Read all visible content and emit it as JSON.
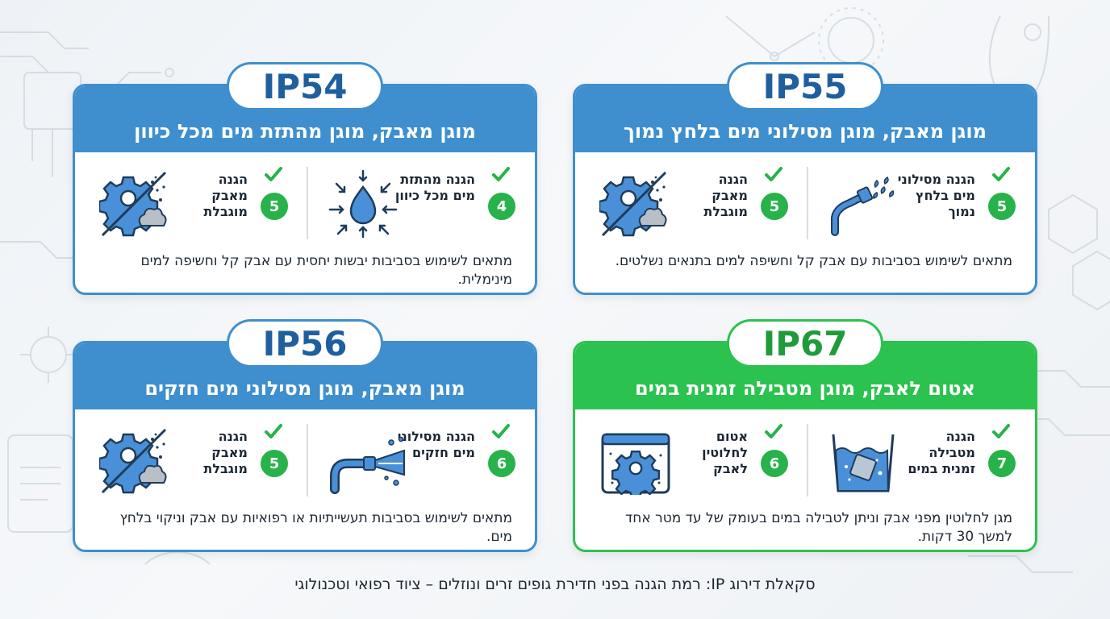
{
  "cards": [
    {
      "code": "IP55",
      "subtitle": "מוגן מאבק, מוגן מסילוני מים בלחץ נמוך",
      "right": {
        "number": "5",
        "label": "הגנה מסילוני מים בלחץ נמוך",
        "icon": "nozzle-spray-icon"
      },
      "left": {
        "number": "5",
        "label": "הגנה מאבק מוגבלת",
        "icon": "gear-dust-icon"
      },
      "description": "מתאים לשימוש בסביבות עם אבק קל וחשיפה למים בתנאים נשלטים."
    },
    {
      "code": "IP54",
      "subtitle": "מוגן מאבק, מוגן מהתזת מים מכל כיוון",
      "right": {
        "number": "4",
        "label": "הגנה מהתזת מים מכל כיוון",
        "icon": "water-drop-arrows-icon"
      },
      "left": {
        "number": "5",
        "label": "הגנה מאבק מוגבלת",
        "icon": "gear-dust-icon"
      },
      "description": "מתאים לשימוש בסביבות יבשות יחסית עם אבק קל וחשיפה למים מינימלית."
    },
    {
      "code": "IP67",
      "subtitle": "אטום לאבק, מוגן מטבילה זמנית במים",
      "right": {
        "number": "7",
        "label": "הגנה מטבילה זמנית במים",
        "icon": "immersion-tank-icon"
      },
      "left": {
        "number": "6",
        "label": "אטום לחלוטין לאבק",
        "icon": "sealed-gear-box-icon"
      },
      "description": "מגן לחלוטין מפני אבק וניתן לטבילה במים בעומק של עד מטר אחד למשך 30 דקות."
    },
    {
      "code": "IP56",
      "subtitle": "מוגן מאבק, מוגן מסילוני מים חזקים",
      "right": {
        "number": "6",
        "label": "הגנה מסילוני מים חזקים",
        "icon": "hose-strong-jet-icon"
      },
      "left": {
        "number": "5",
        "label": "הגנה מאבק מוגבלת",
        "icon": "gear-dust-icon"
      },
      "description": "מתאים לשימוש בסביבות תעשייתיות או רפואיות עם אבק וניקוי בלחץ מים."
    }
  ],
  "caption": "סקאלת דירוג IP: רמת הגנה בפני חדירת גופים זרים ונוזלים – ציוד רפואי וטכנולוגי",
  "colors": {
    "blue": "#3f8fce",
    "green": "#2cc24f",
    "navy": "#1f3c5a",
    "iconBlue": "#4a90d9",
    "check": "#27b24a"
  }
}
